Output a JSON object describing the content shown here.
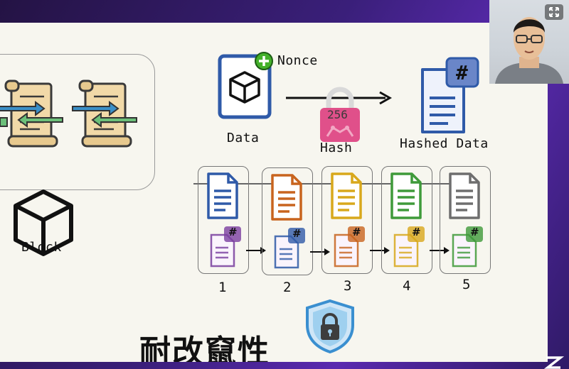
{
  "slide": {
    "nonce_label": "Nonce",
    "data_label": "Data",
    "hash_label": "Hash",
    "hash_badge": "256",
    "hashed_data_label": "Hashed Data",
    "block_label": "Block",
    "chain_numbers": [
      "1",
      "2",
      "3",
      "4",
      "5"
    ],
    "title": "耐改竄性",
    "hash_symbol": "#"
  },
  "colors": {
    "blue": "#2f5aa8",
    "orange": "#c8641e",
    "yellow": "#d8a81c",
    "green": "#3f9a3a",
    "gray": "#6e6e6e",
    "purple": "#7a3fa0",
    "lock_pink": "#e0508a",
    "plus_green": "#43b02a"
  },
  "icons": [
    "document-icon",
    "hash-document-icon",
    "cube-icon",
    "lock-icon",
    "shield-lock-icon",
    "scroll-icon",
    "expand-icon"
  ]
}
